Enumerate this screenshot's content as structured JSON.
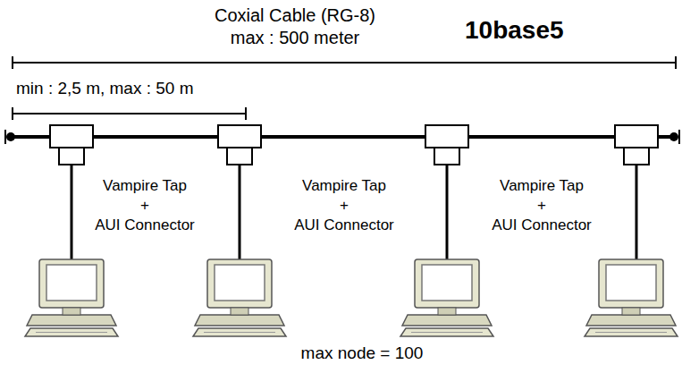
{
  "diagram": {
    "title": "10base5",
    "labels": [
      "Coxial Cable (RG-8)",
      "max : 500 meter",
      "min : 2,5 m, max : 50 m",
      "Vampire Tap",
      "+",
      "AUI Connector",
      "Vampire Tap",
      "+",
      "AUI Connector",
      "Vampire Tap",
      "+",
      "AUI Connector",
      "max node = 100"
    ]
  }
}
